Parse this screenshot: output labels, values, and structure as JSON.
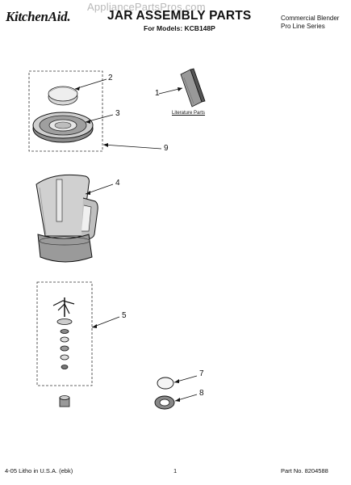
{
  "header": {
    "brand": "KitchenAid.",
    "title": "JAR ASSEMBLY PARTS",
    "watermark": "AppliancePartsPros.com",
    "models": "For Models: KCB148P",
    "category_line1": "Commercial Blender",
    "category_line2": "Pro Line Series"
  },
  "parts": {
    "literature_label": "Literature Parts",
    "callouts": [
      "1",
      "2",
      "3",
      "4",
      "5",
      "7",
      "8",
      "9"
    ]
  },
  "footer": {
    "left": "4-05 Litho in U.S.A. (ebk)",
    "page": "1",
    "part_no": "Part No. 8204588"
  }
}
